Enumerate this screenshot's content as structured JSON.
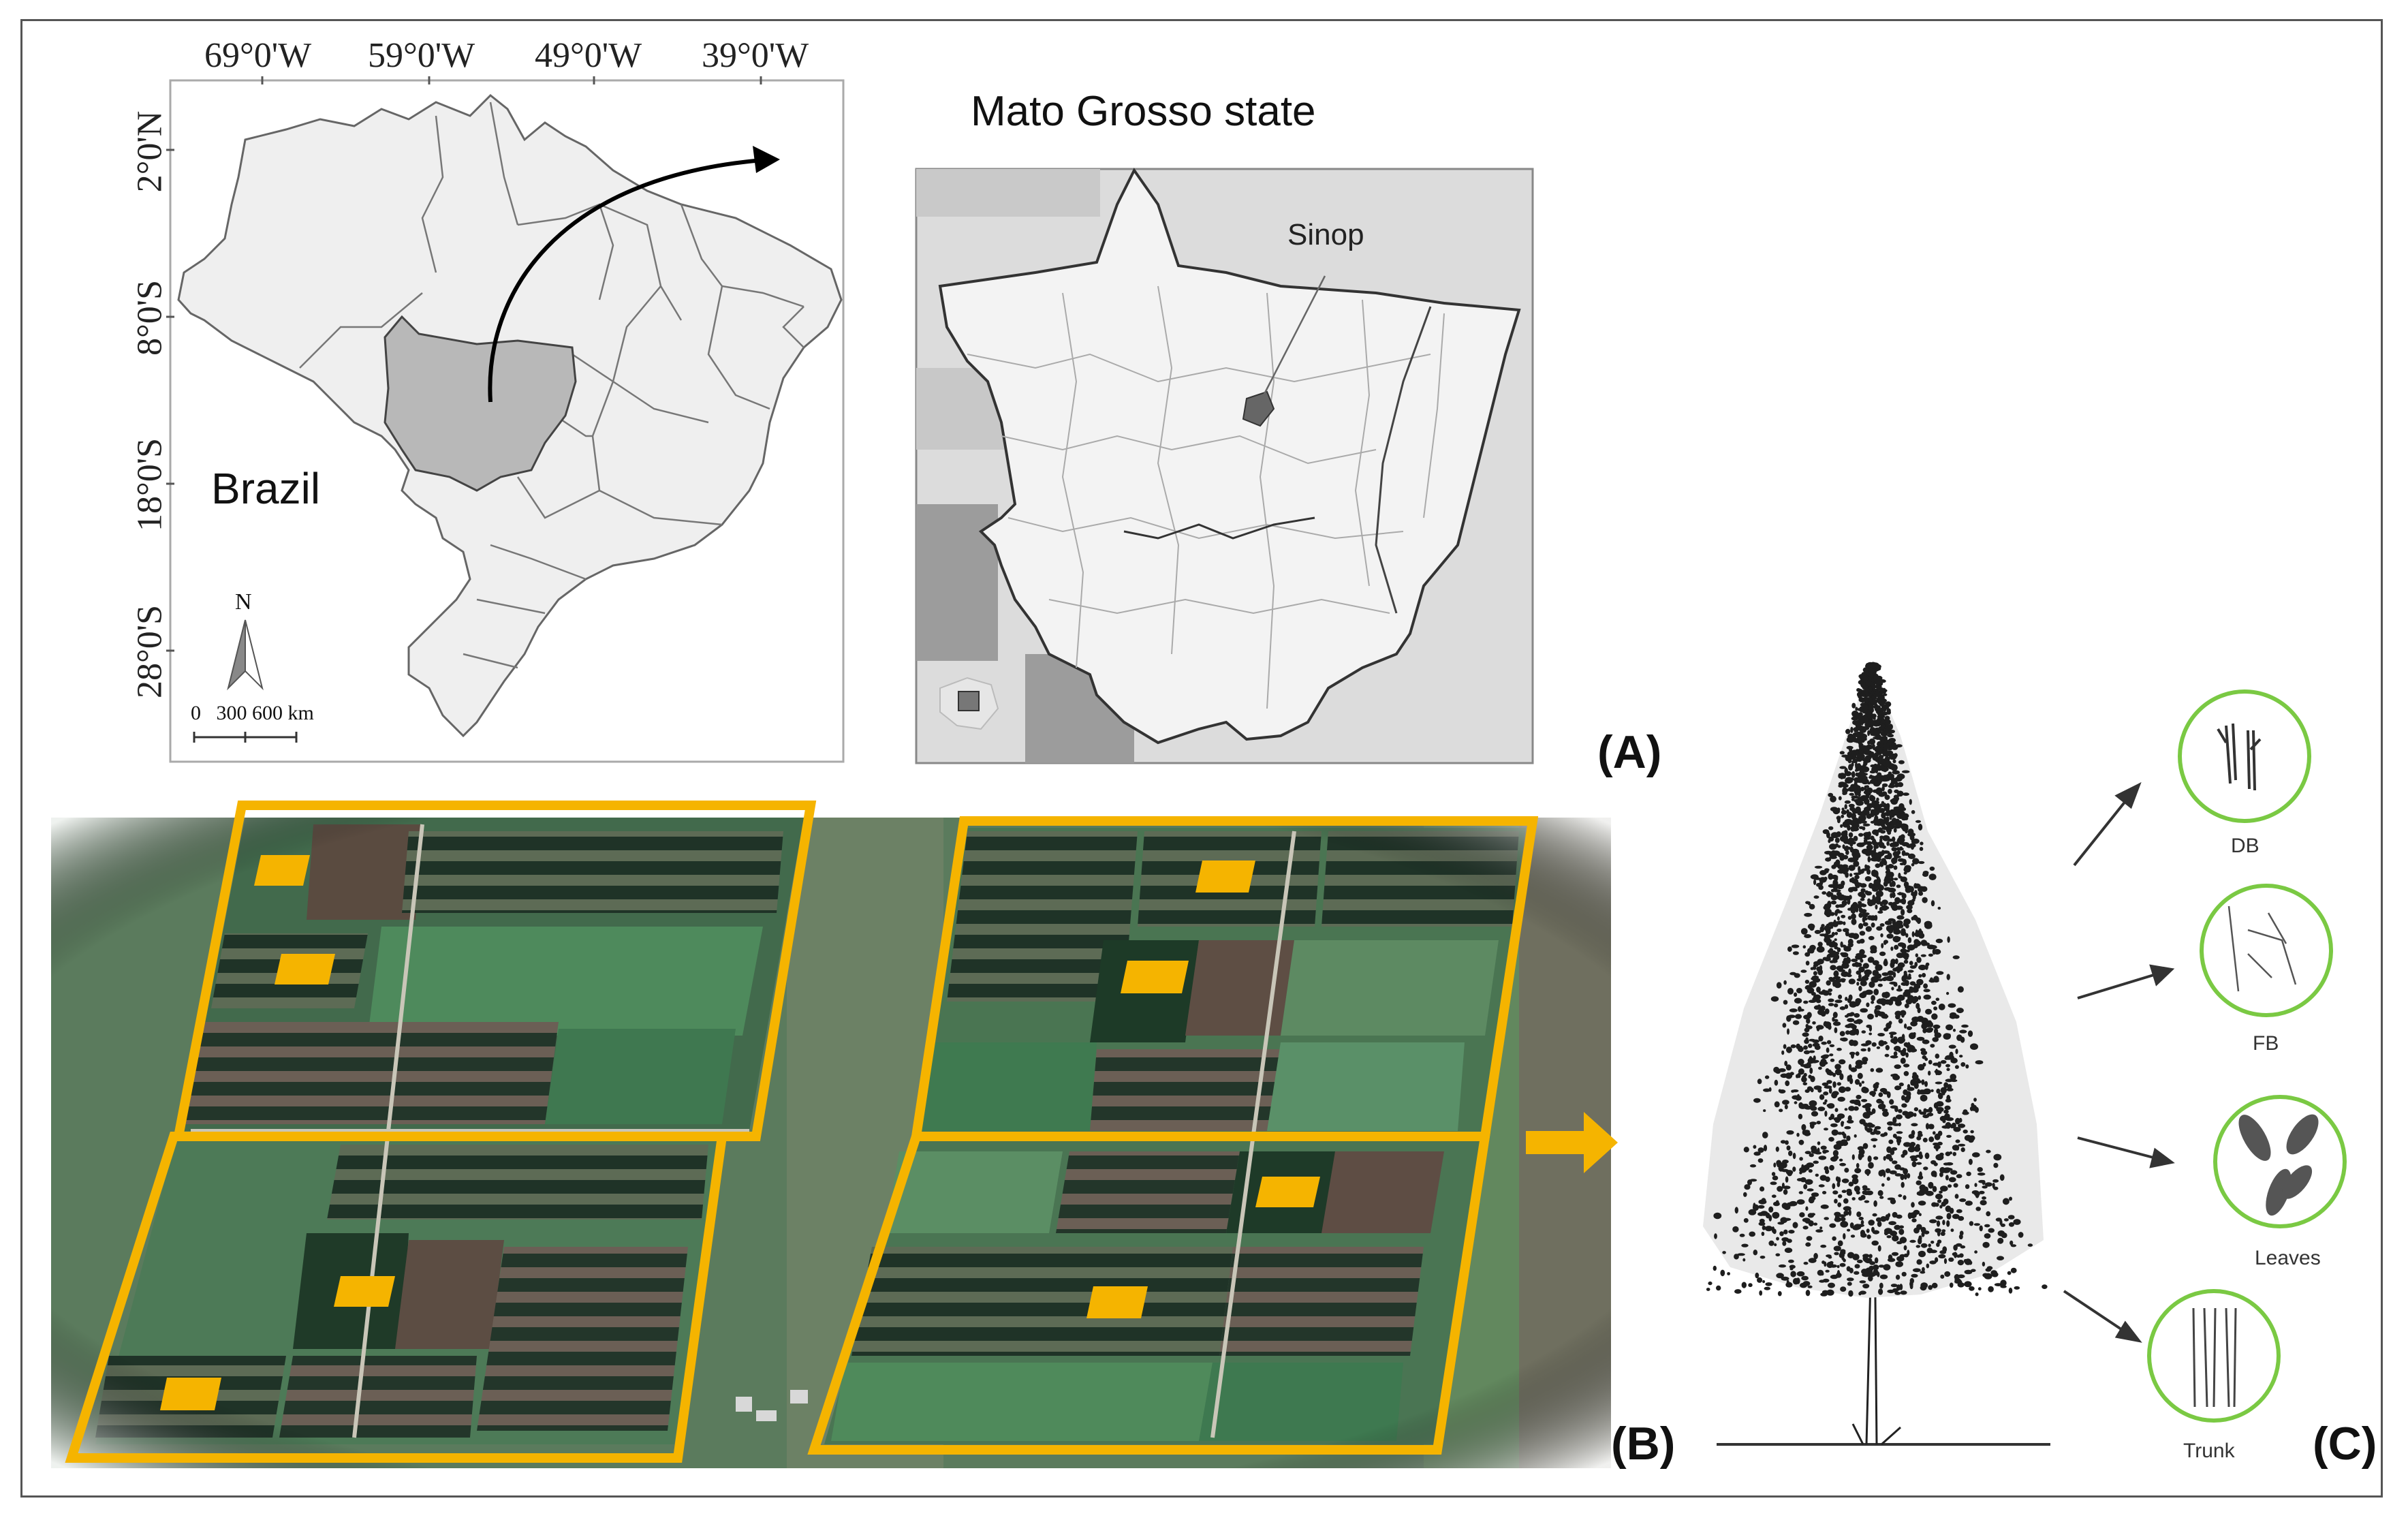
{
  "brazil_map": {
    "longitudes": [
      "69°0'W",
      "59°0'W",
      "49°0'W",
      "39°0'W"
    ],
    "latitudes": [
      "2°0'N",
      "8°0'S",
      "18°0'S",
      "28°0'S"
    ],
    "country_label": "Brazil",
    "north_arrow_label": "N",
    "scale_bar": "0   300 600 km",
    "highlight_color": "#b8b8b8"
  },
  "state_map": {
    "title": "Mato Grosso state",
    "city_label": "Sinop",
    "city_color": "#666666"
  },
  "panels": {
    "a": "(A)",
    "b": "(B)",
    "c": "(C)"
  },
  "tree_parts": [
    {
      "label": "DB",
      "icon": "dead-branches-icon"
    },
    {
      "label": "FB",
      "icon": "fine-branches-icon"
    },
    {
      "label": "Leaves",
      "icon": "leaves-icon"
    },
    {
      "label": "Trunk",
      "icon": "trunk-icon"
    }
  ],
  "colors": {
    "plot_outline": "#f5b400",
    "part_circle": "#7ac943",
    "field_green": "#4f7e5c",
    "tree_rows": "#1e3326"
  }
}
